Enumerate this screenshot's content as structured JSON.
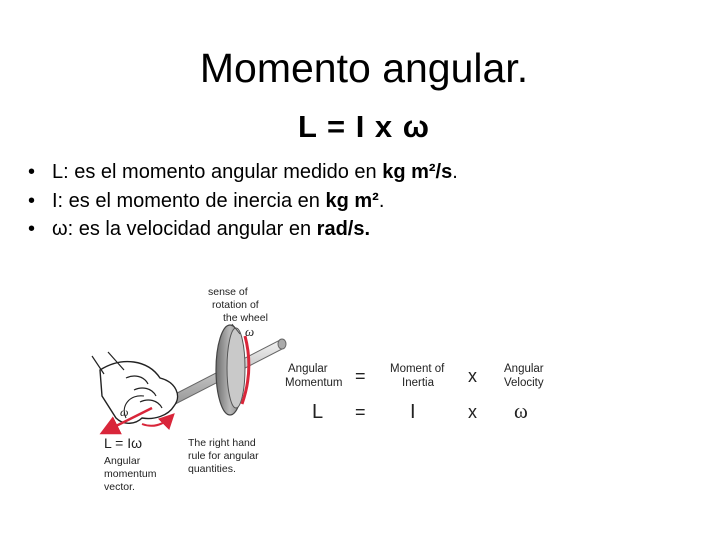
{
  "slide": {
    "title": "Momento angular.",
    "formula": "L = I x ω",
    "bullets": [
      {
        "marker": "•",
        "text": "L: es el momento angular medido en ",
        "bold": "kg m²/s",
        "tail": "."
      },
      {
        "marker": "•",
        "text": "I: es el momento de inercia en ",
        "bold": "kg m²",
        "tail": "."
      },
      {
        "marker": "•",
        "text": "ω: es la velocidad angular en ",
        "bold": "rad/s.",
        "tail": ""
      }
    ]
  },
  "figure": {
    "sense_label": [
      "sense of",
      "rotation of",
      "the wheel"
    ],
    "wheel_omega": "ω",
    "hand_omega": "ω",
    "L_vector_label": "L = Iω",
    "momentum_vector_label": [
      "Angular",
      "momentum",
      "vector."
    ],
    "right_hand_rule_label": [
      "The right hand",
      "rule for angular",
      "quantities."
    ],
    "equation_words": {
      "left": [
        "Angular",
        "Momentum"
      ],
      "eq": "=",
      "middle": [
        "Moment of",
        "Inertia"
      ],
      "times": "x",
      "right": [
        "Angular",
        "Velocity"
      ]
    },
    "equation_symbols": {
      "L": "L",
      "eq": "=",
      "I": "I",
      "times": "x",
      "omega": "ω"
    },
    "accent_color": "#d9263a"
  }
}
